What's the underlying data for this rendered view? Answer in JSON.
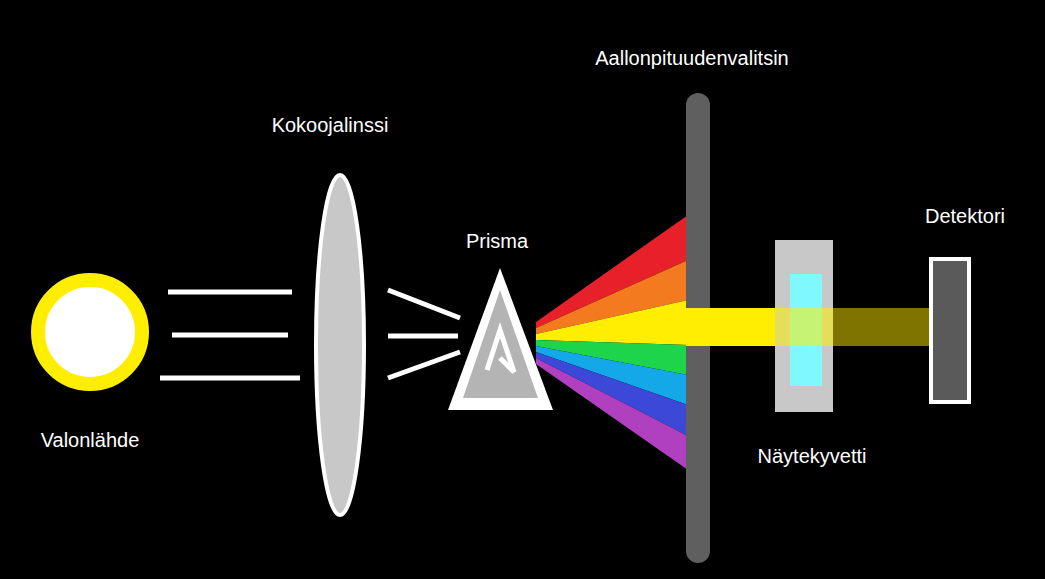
{
  "diagram": {
    "labels": [
      "Kokoojalinssi",
      "Aallonpituudenvalitsin",
      "Prisma",
      "Detektori",
      "Valonlähde",
      "Näytekyvetti"
    ]
  }
}
